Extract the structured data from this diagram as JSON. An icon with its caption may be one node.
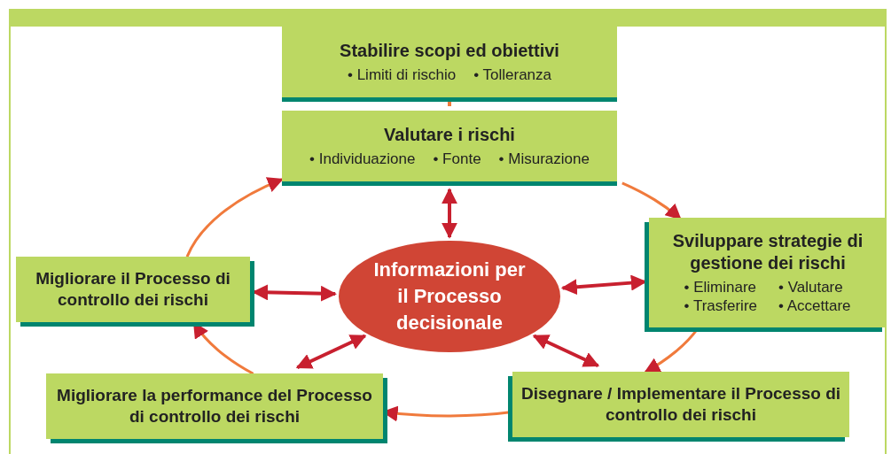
{
  "diagram": {
    "nodes": [
      {
        "text": [
          "Stabilire scopi ed obiettivi",
          "• Limiti di rischio",
          "• Tolleranza"
        ]
      },
      {
        "text": [
          "Valutare i rischi",
          "• Individuazione",
          "• Fonte",
          "• Misurazione"
        ]
      },
      {
        "text": [
          "Sviluppare strategie di gestione dei rischi",
          "• Eliminare",
          "• Valutare",
          "• Trasferire",
          "• Accettare"
        ]
      },
      {
        "text": [
          "Disegnare / Implementare il Processo di controllo dei rischi"
        ]
      },
      {
        "text": [
          "Migliorare la performance del Processo di controllo dei rischi"
        ]
      },
      {
        "text": [
          "Migliorare il Processo di controllo dei rischi"
        ]
      },
      {
        "text": [
          "Informazioni per il Processo decisionale"
        ]
      }
    ],
    "edges": [
      {
        "from": 0,
        "to": 1,
        "arrow": "none"
      },
      {
        "from": 1,
        "to": 2,
        "arrow": "to"
      },
      {
        "from": 2,
        "to": 3,
        "arrow": "to"
      },
      {
        "from": 3,
        "to": 4,
        "arrow": "to"
      },
      {
        "from": 4,
        "to": 5,
        "arrow": "to"
      },
      {
        "from": 5,
        "to": 1,
        "arrow": "to"
      },
      {
        "from": 1,
        "to": 6,
        "arrow": "both",
        "color": "#c8202f"
      },
      {
        "from": 5,
        "to": 6,
        "arrow": "both",
        "color": "#c8202f"
      },
      {
        "from": 2,
        "to": 6,
        "arrow": "both",
        "color": "#c8202f"
      },
      {
        "from": 6,
        "to": 3,
        "arrow": "both",
        "color": "#c8202f"
      },
      {
        "from": 6,
        "to": 4,
        "arrow": "both",
        "color": "#c8202f"
      }
    ]
  }
}
